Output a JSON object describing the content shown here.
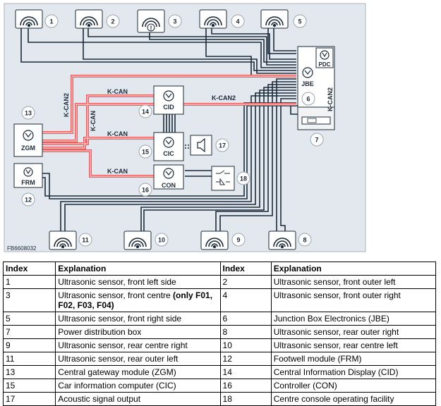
{
  "diagram": {
    "code": "FB6608032",
    "bus_labels": {
      "kcan": "K-CAN",
      "kcan2": "K-CAN2"
    },
    "modules": {
      "zgm": "ZGM",
      "frm": "FRM",
      "cid": "CID",
      "cic": "CIC",
      "con": "CON",
      "jbe": "JBE",
      "pdc": "PDC"
    },
    "sensor_center_mark": "!",
    "numbers": [
      "1",
      "2",
      "3",
      "4",
      "5",
      "6",
      "7",
      "8",
      "9",
      "10",
      "11",
      "12",
      "13",
      "14",
      "15",
      "16",
      "17",
      "18"
    ],
    "colors": {
      "background": "#e3e8ee",
      "kcan_wire": "#ee5c5c",
      "kcan_wire_light": "#f9c5c5",
      "wire": "#1b2a3a",
      "badge": "#ffffff"
    }
  },
  "table": {
    "headers": [
      "Index",
      "Explanation",
      "Index",
      "Explanation"
    ],
    "rows": [
      {
        "i1": "1",
        "e1": "Ultrasonic sensor, front left side",
        "i2": "2",
        "e2": "Ultrasonic sensor, front outer left"
      },
      {
        "i1": "3",
        "e1": "Ultrasonic sensor, front centre ",
        "e1_bold": "(only F01, F02, F03, F04)",
        "i2": "4",
        "e2": "Ultrasonic sensor, front outer right"
      },
      {
        "i1": "5",
        "e1": "Ultrasonic sensor, front right side",
        "i2": "6",
        "e2": "Junction Box Electronics (JBE)"
      },
      {
        "i1": "7",
        "e1": "Power distribution box",
        "i2": "8",
        "e2": "Ultrasonic sensor, rear outer right"
      },
      {
        "i1": "9",
        "e1": "Ultrasonic sensor, rear centre right",
        "i2": "10",
        "e2": "Ultrasonic sensor, rear centre left"
      },
      {
        "i1": "11",
        "e1": "Ultrasonic sensor, rear outer left",
        "i2": "12",
        "e2": "Footwell module (FRM)"
      },
      {
        "i1": "13",
        "e1": "Central gateway module (ZGM)",
        "i2": "14",
        "e2": "Central Information Display (CID)"
      },
      {
        "i1": "15",
        "e1": "Car information computer (CIC)",
        "i2": "16",
        "e2": "Controller (CON)"
      },
      {
        "i1": "17",
        "e1": "Acoustic signal output",
        "i2": "18",
        "e2": "Centre console operating facility"
      }
    ]
  }
}
